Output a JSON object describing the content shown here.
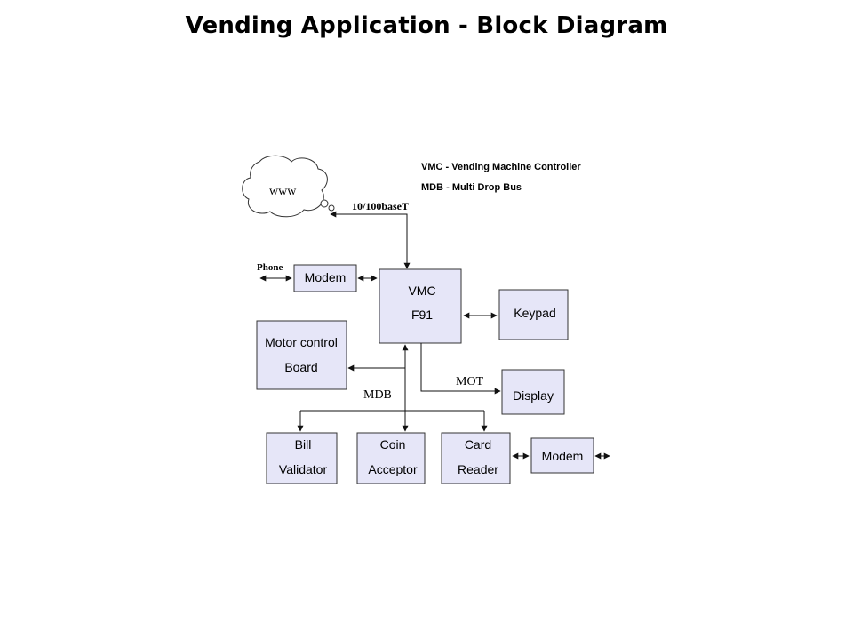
{
  "title": "Vending Application - Block Diagram",
  "legend": {
    "vmc": "VMC - Vending Machine Controller",
    "mdb": "MDB - Multi Drop Bus"
  },
  "cloud_label": "www",
  "network_label": "10/100baseT",
  "phone_label": "Phone",
  "modem_top_label": "Modem",
  "vmc": {
    "line1": "VMC",
    "line2": "F91"
  },
  "keypad_label": "Keypad",
  "motor": {
    "line1": "Motor control",
    "line2": "Board"
  },
  "mot_label": "MOT",
  "display_label": "Display",
  "mdb_label": "MDB",
  "bill": {
    "line1": "Bill",
    "line2": "Validator"
  },
  "coin": {
    "line1": "Coin",
    "line2": "Acceptor"
  },
  "card": {
    "line1": "Card",
    "line2": "Reader"
  },
  "modem_bottom_label": "Modem",
  "colors": {
    "box_fill": "#e6e6f8",
    "stroke": "#333333"
  }
}
